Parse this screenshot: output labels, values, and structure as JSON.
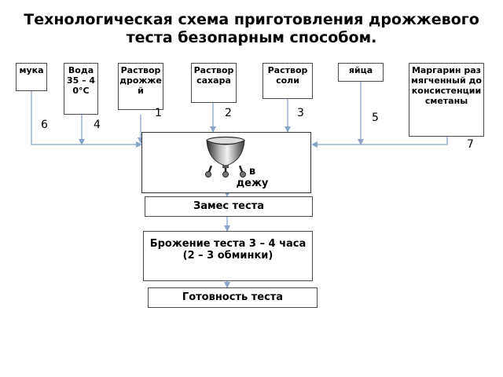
{
  "title": "Технологическая схема приготовления дрожжевого теста безопарным способом.",
  "ingredients": [
    {
      "label": "мука",
      "number": "6"
    },
    {
      "label": "Вода 35 – 40°С",
      "number": "4"
    },
    {
      "label": "Раствор дрожжей",
      "number": "1"
    },
    {
      "label": "Раствор сахара",
      "number": "2"
    },
    {
      "label": "Раствор соли",
      "number": "3"
    },
    {
      "label": "яйца",
      "number": "5"
    },
    {
      "label": "Маргарин размягченный до консистенции сметаны",
      "number": "7"
    }
  ],
  "vessel": {
    "label": "в дежу"
  },
  "steps": [
    {
      "label": "Замес теста"
    },
    {
      "label": "Брожение теста 3 – 4 часа (2 – 3 обминки)"
    },
    {
      "label": "Готовность теста"
    }
  ],
  "colors": {
    "arrows": "#8aa4c8",
    "border": "#4a4a4a"
  }
}
